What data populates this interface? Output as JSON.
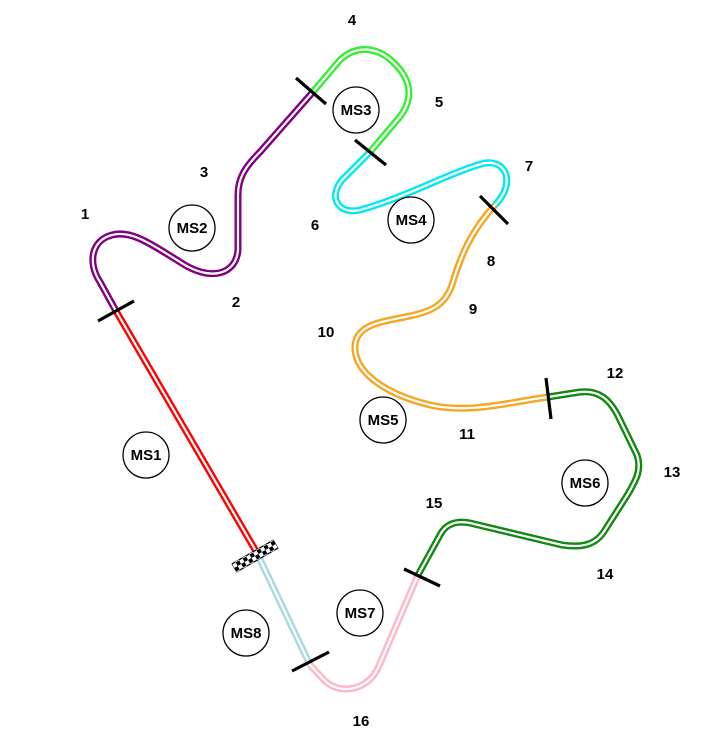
{
  "sectors": [
    {
      "id": "ms1",
      "label": "MS1",
      "color": "#ff0000"
    },
    {
      "id": "ms2",
      "label": "MS2",
      "color": "#800080"
    },
    {
      "id": "ms3",
      "label": "MS3",
      "color": "#33ee33"
    },
    {
      "id": "ms4",
      "label": "MS4",
      "color": "#00e8f0"
    },
    {
      "id": "ms5",
      "label": "MS5",
      "color": "#f5a623"
    },
    {
      "id": "ms6",
      "label": "MS6",
      "color": "#118811"
    },
    {
      "id": "ms7",
      "label": "MS7",
      "color": "#ffb6c8"
    },
    {
      "id": "ms8",
      "label": "MS8",
      "color": "#a8d8e0"
    }
  ],
  "corners": [
    "1",
    "2",
    "3",
    "4",
    "5",
    "6",
    "7",
    "8",
    "9",
    "10",
    "11",
    "12",
    "13",
    "14",
    "15",
    "16"
  ]
}
